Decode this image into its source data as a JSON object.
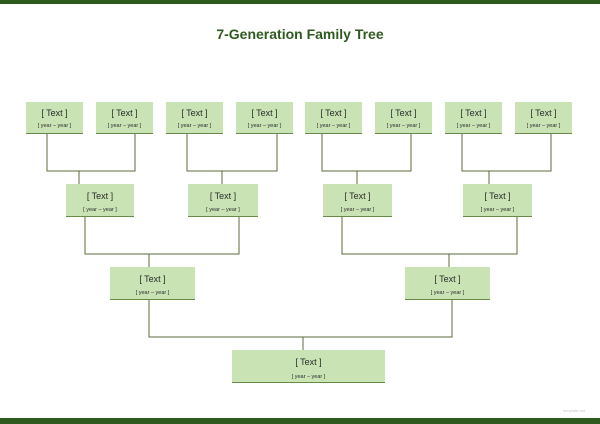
{
  "title": "7-Generation Family Tree",
  "watermark": "template.net",
  "colors": {
    "accent": "#2f5a1f",
    "box_fill": "#c9e3b5",
    "line": "#5c6b3c"
  },
  "placeholder": {
    "name": "[ Text ]",
    "years": "[ year – year ]"
  }
}
